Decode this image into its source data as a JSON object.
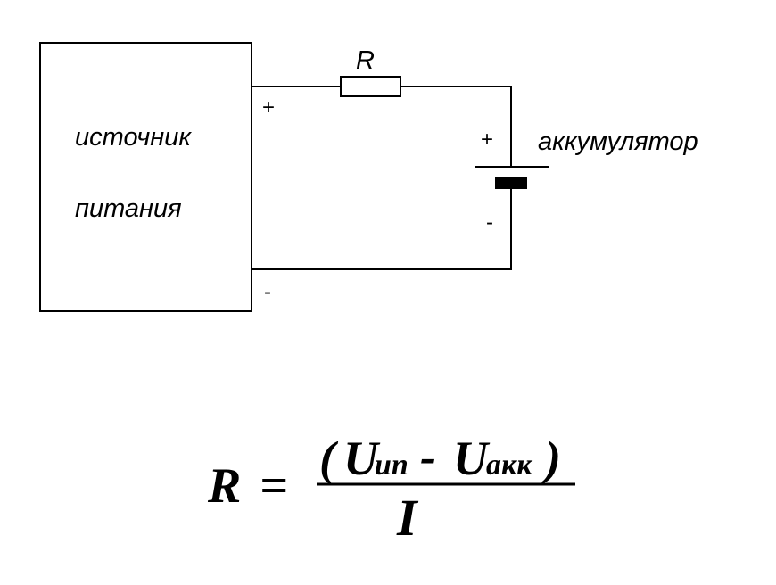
{
  "circuit": {
    "source_label_line1": "источник",
    "source_label_line2": "питания",
    "resistor_label": "R",
    "source_plus": "+",
    "source_minus": "-",
    "battery_label": "аккумулятор",
    "battery_plus": "+",
    "battery_minus": "-"
  },
  "formula": {
    "lhs": "R",
    "equals": "=",
    "open_paren": "(",
    "u1": "U",
    "u1_sub": "ип",
    "minus": "-",
    "u2": "U",
    "u2_sub": "акк",
    "close_paren": ")",
    "denominator": "I"
  },
  "colors": {
    "ink": "#000000",
    "background": "#ffffff"
  }
}
